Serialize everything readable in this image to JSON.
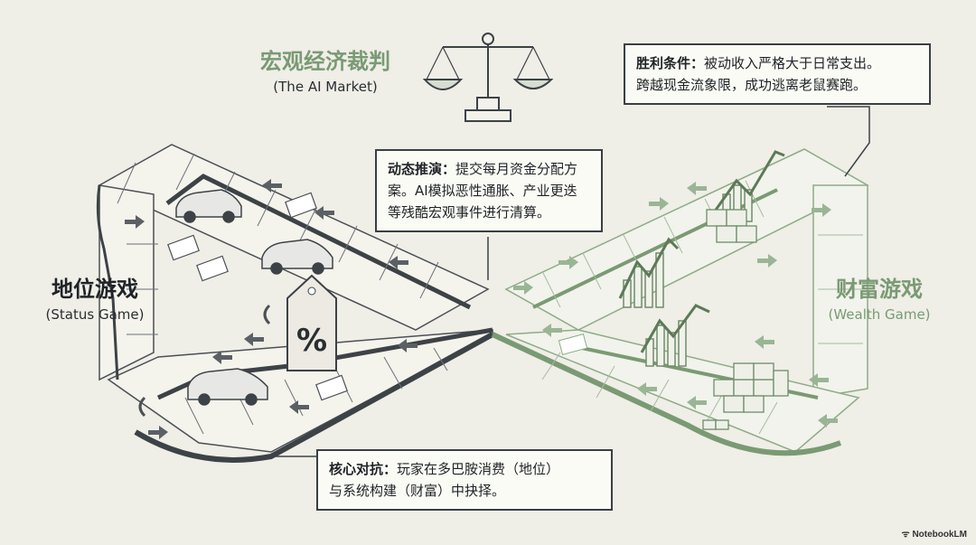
{
  "judge": {
    "title": "宏观经济裁判",
    "subtitle": "(The AI Market)"
  },
  "status_game": {
    "title": "地位游戏",
    "subtitle": "(Status Game)"
  },
  "wealth_game": {
    "title": "财富游戏",
    "subtitle": "(Wealth Game)"
  },
  "callouts": {
    "win": {
      "heading": "胜利条件：",
      "line1": "被动收入严格大于日常支出。",
      "line2": "跨越现金流象限，成功逃离老鼠赛跑。"
    },
    "dynamic": {
      "heading": "动态推演：",
      "line1": "提交每月资金分配方",
      "line2": "案。AI模拟恶性通胀、产业更迭",
      "line3": "等残酷宏观事件进行清算。"
    },
    "core": {
      "heading": "核心对抗：",
      "line1": "玩家在多巴胺消费（地位）",
      "line2": "与系统构建（财富）中抉择。"
    }
  },
  "tag_symbol": "%",
  "logo": "NotebookLM",
  "colors": {
    "dark": "#3a3f44",
    "green": "#7a9a74",
    "paper": "#efeee7"
  }
}
